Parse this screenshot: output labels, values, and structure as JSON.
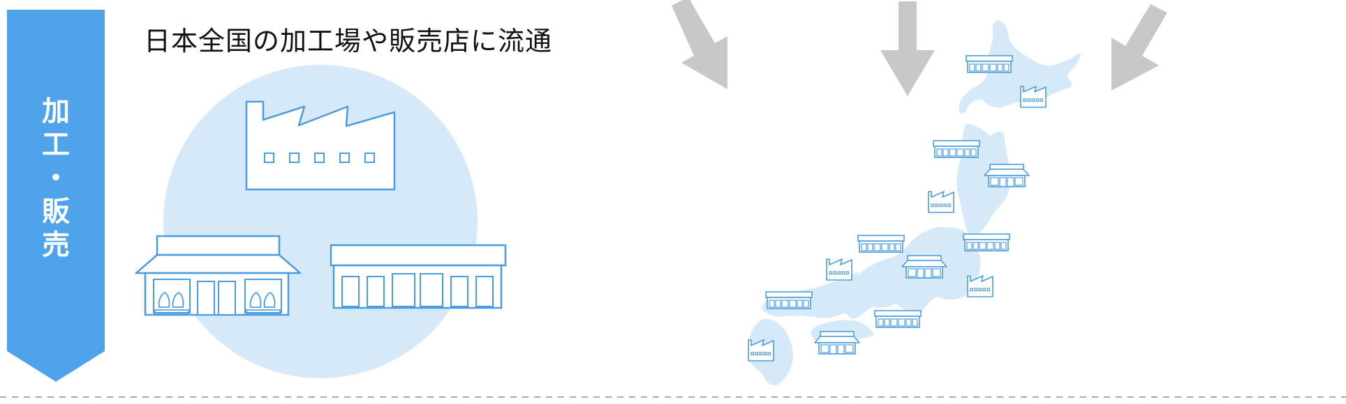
{
  "section": {
    "label_chars": [
      "加",
      "工",
      "・",
      "販",
      "売"
    ],
    "headline": "日本全国の加工場や販売店に流通"
  },
  "colors": {
    "label_bar": "#4fa3ea",
    "label_text": "#ffffff",
    "circle": "#d6e9f8",
    "map": "#d6e9f8",
    "line": "#4a9ce0",
    "arrow": "#c8c8c8",
    "divider": "#aaaaaa"
  },
  "icons": {
    "main": [
      "factory-icon",
      "shop-icon",
      "store-icon"
    ],
    "map": [
      "factory-icon",
      "store-icon",
      "shop-icon"
    ],
    "arrows": [
      "arrow-down-right-icon",
      "arrow-down-icon",
      "arrow-down-left-icon"
    ]
  }
}
